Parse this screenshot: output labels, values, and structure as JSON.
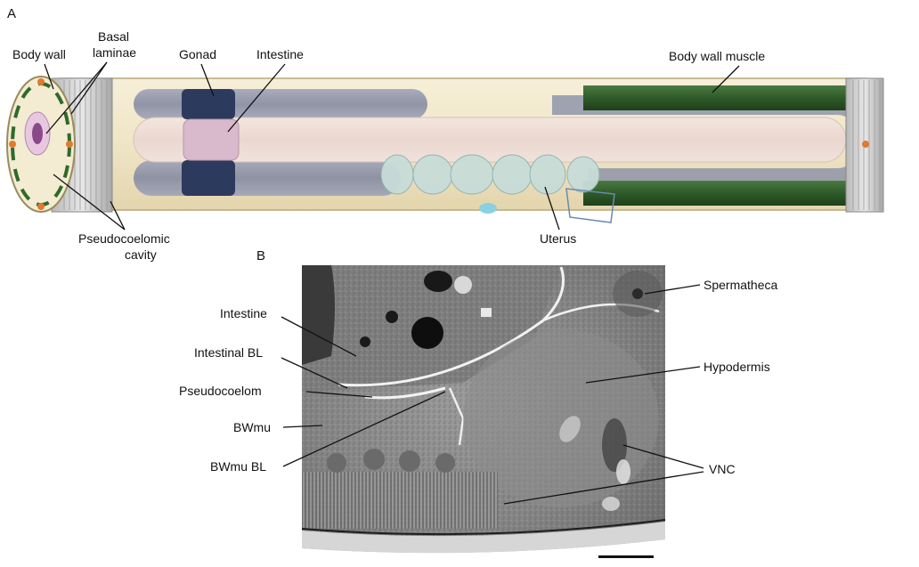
{
  "panels": {
    "a": "A",
    "b": "B"
  },
  "labels_a": {
    "body_wall": "Body wall",
    "basal_laminae_1": "Basal",
    "basal_laminae_2": "laminae",
    "gonad": "Gonad",
    "intestine": "Intestine",
    "body_wall_muscle": "Body wall muscle",
    "pseudocoelomic_1": "Pseudocoelomic",
    "pseudocoelomic_2": "cavity",
    "uterus": "Uterus"
  },
  "labels_b": {
    "intestine": "Intestine",
    "intestinal_bl": "Intestinal BL",
    "pseudocoelom": "Pseudocoelom",
    "bwmu": "BWmu",
    "bwmu_bl": "BWmu BL",
    "spermatheca": "Spermatheca",
    "hypodermis": "Hypodermis",
    "vnc": "VNC"
  },
  "colors": {
    "muscle": "#2f5a2a",
    "gonad": "#2c3a5e",
    "intestine": "#e8d8dc",
    "tube": "#efe6c8",
    "uterus": "#c8dcd8",
    "micrograph": "#8a8a8a"
  }
}
